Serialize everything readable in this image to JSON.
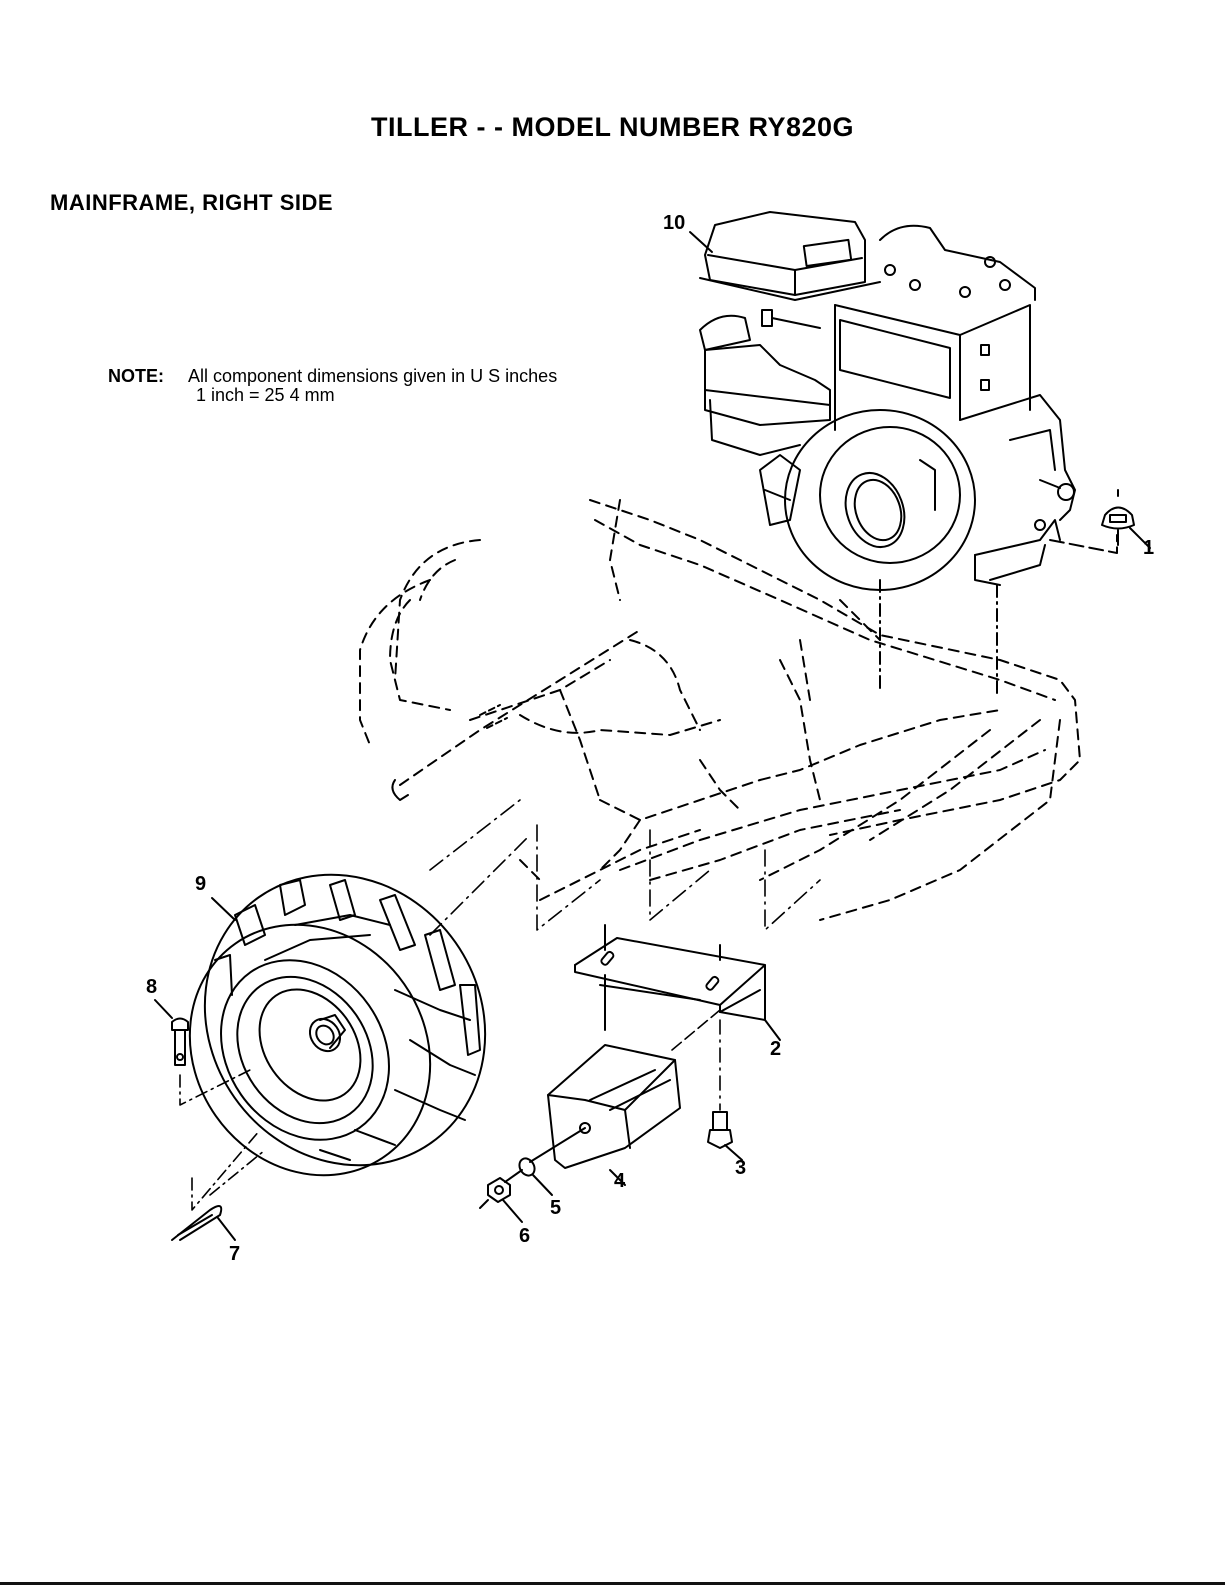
{
  "title": "TILLER - - MODEL NUMBER RY820G",
  "section": "MAINFRAME, RIGHT SIDE",
  "note": {
    "label": "NOTE:",
    "line1": "All component dimensions given in U S inches",
    "line2": "1 inch = 25 4 mm"
  },
  "parts": [
    {
      "ref": "1",
      "name": "flange nut"
    },
    {
      "ref": "2",
      "name": "bracket"
    },
    {
      "ref": "3",
      "name": "bolt"
    },
    {
      "ref": "4",
      "name": "weight"
    },
    {
      "ref": "5",
      "name": "lock washer"
    },
    {
      "ref": "6",
      "name": "nut"
    },
    {
      "ref": "7",
      "name": "hair pin"
    },
    {
      "ref": "8",
      "name": "clevis pin"
    },
    {
      "ref": "9",
      "name": "wheel"
    },
    {
      "ref": "10",
      "name": "engine"
    }
  ]
}
